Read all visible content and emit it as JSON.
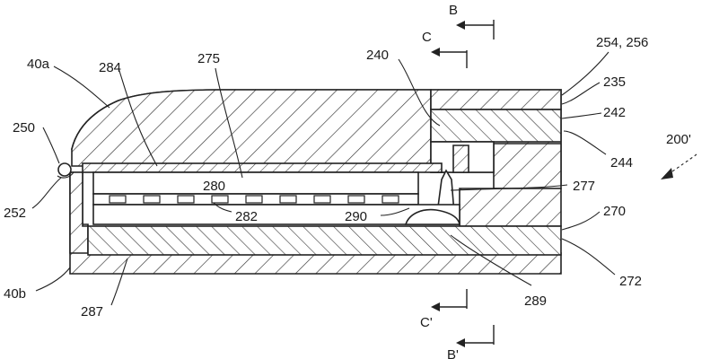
{
  "figure": {
    "labels": {
      "l40a": "40a",
      "l284": "284",
      "l275": "275",
      "l240": "240",
      "l254_256": "254, 256",
      "l235": "235",
      "l242": "242",
      "l250": "250",
      "l244": "244",
      "l200p": "200'",
      "l280": "280",
      "l277": "277",
      "l252": "252",
      "l282": "282",
      "l290": "290",
      "l270": "270",
      "l40b": "40b",
      "l287": "287",
      "l289": "289",
      "l272": "272"
    },
    "section_markers": {
      "b_top": "B",
      "c_top": "C",
      "c_bottom": "C'",
      "b_bottom": "B'"
    }
  }
}
